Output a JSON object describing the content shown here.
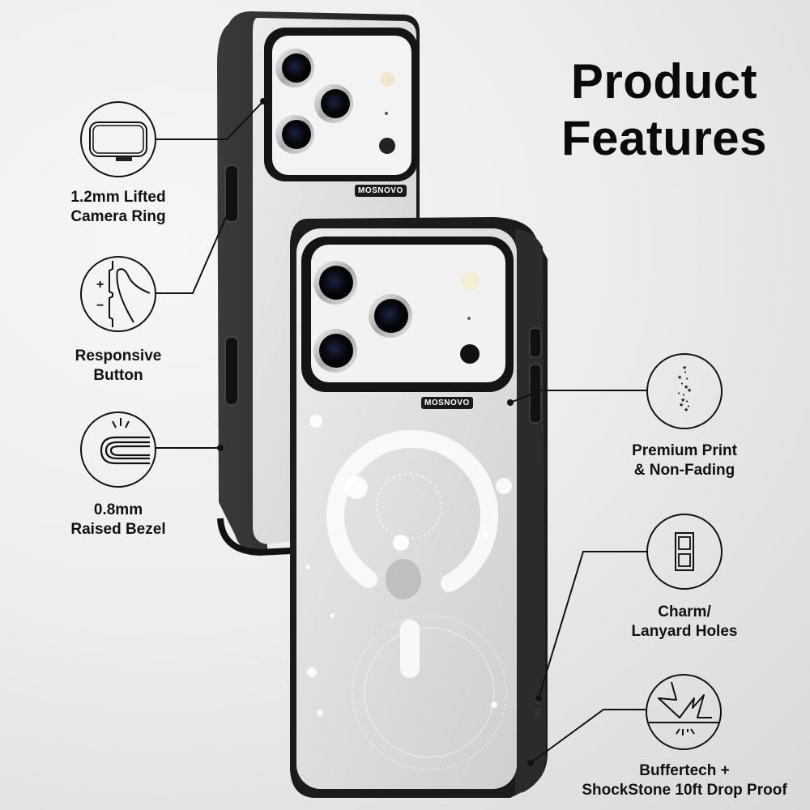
{
  "header": {
    "title_line1": "Product",
    "title_line2": "Features"
  },
  "brand": {
    "name": "MOSNOVO"
  },
  "features": [
    {
      "id": "camera-ring",
      "icon": "camera-ring-icon",
      "label": "1.2mm Lifted\nCamera Ring",
      "side": "left"
    },
    {
      "id": "responsive-button",
      "icon": "side-button-icon",
      "label": "Responsive\nButton",
      "side": "left"
    },
    {
      "id": "raised-bezel",
      "icon": "raised-bezel-icon",
      "label": "0.8mm\nRaised Bezel",
      "side": "left"
    },
    {
      "id": "premium-print",
      "icon": "stars-print-icon",
      "label": "Premium Print\n& Non-Fading",
      "side": "right"
    },
    {
      "id": "lanyard-holes",
      "icon": "lanyard-holes-icon",
      "label": "Charm/\nLanyard Holes",
      "side": "right"
    },
    {
      "id": "drop-proof",
      "icon": "impact-shock-icon",
      "label": "Buffertech +\nShockStone 10ft Drop Proof",
      "side": "right"
    }
  ],
  "colors": {
    "text": "#111111",
    "case_black": "#1c1c1c",
    "case_clear": "#d8d8d8",
    "phone_white": "#f2f2f2",
    "background": "#ececec"
  }
}
